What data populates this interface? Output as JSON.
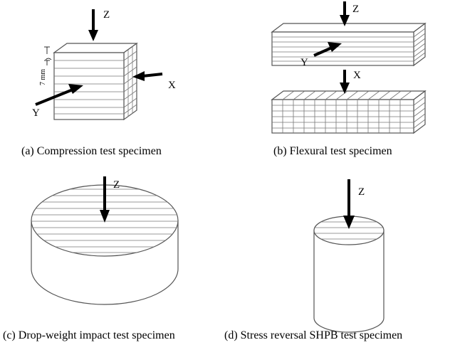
{
  "captions": {
    "a": "(a)  Compression test specimen",
    "b": "(b)  Flexural test specimen",
    "c": "(c)  Drop-weight impact test specimen",
    "d": "(d)  Stress reversal SHPB test specimen"
  },
  "axes": {
    "a_z": "Z",
    "a_x": "X",
    "a_y": "Y",
    "b_z": "Z",
    "b_y": "Y",
    "b_x": "X",
    "c_z": "Z",
    "d_z": "Z"
  },
  "dimension_label": "7 mm"
}
